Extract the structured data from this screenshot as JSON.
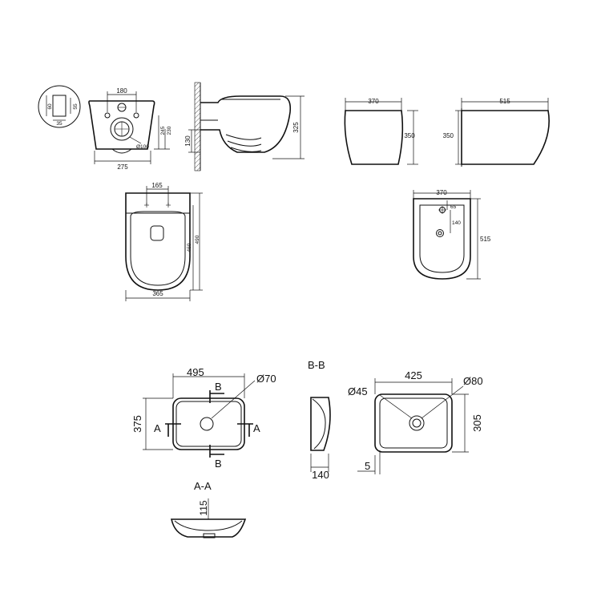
{
  "toilet": {
    "inlet_height": "60",
    "inlet_gap": "55",
    "inlet_depth": "35",
    "bolt_spacing": "180",
    "outlet_dia": "Ø100",
    "base_width": "275",
    "bolt_height": "245",
    "outlet_height": "230",
    "outlet_from_floor": "130",
    "side_height": "325",
    "plan_bolts": "165",
    "plan_bolt_to_front": "460",
    "plan_length": "490",
    "plan_width": "365"
  },
  "bidet": {
    "front_width": "370",
    "front_height": "350",
    "side_length": "515",
    "side_height": "350",
    "plan_width": "370",
    "tap_offset": "65",
    "drain_offset": "140",
    "plan_length": "515"
  },
  "basin": {
    "plan_width": "495",
    "plan_depth": "375",
    "drain_dia": "Ø70",
    "section_bb_label": "B-B",
    "section_aa_label": "A-A",
    "cut_a": "A",
    "cut_b": "B",
    "section_depth": "140",
    "aa_height": "115",
    "bowl_width": "425",
    "bowl_depth": "305",
    "drain_inner_dia": "Ø45",
    "drain_outer_dia": "Ø80",
    "rim": "5"
  }
}
